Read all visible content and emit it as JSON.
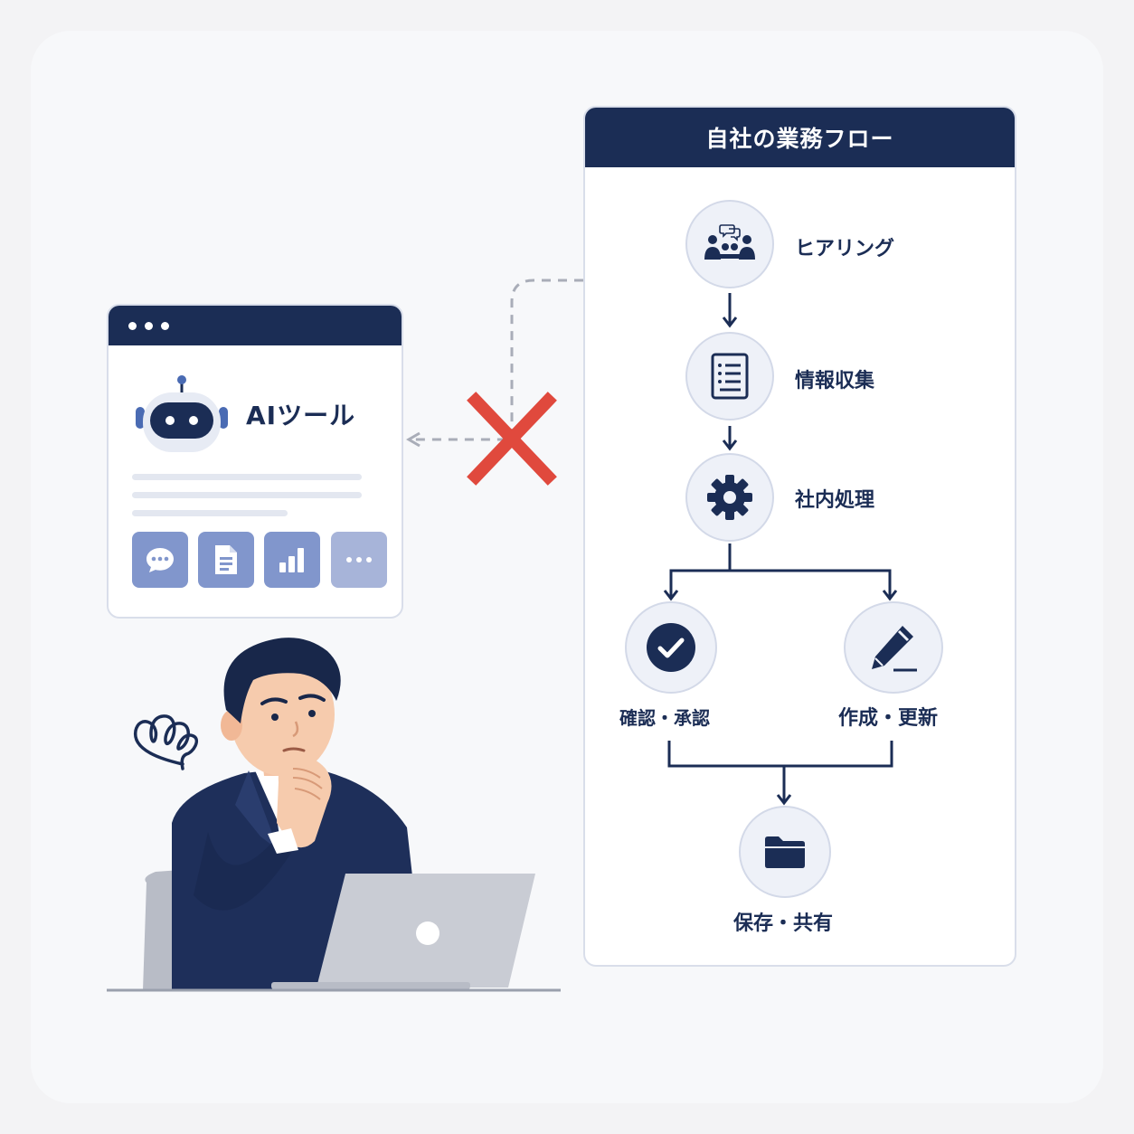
{
  "ai_tool": {
    "title": "AIツール",
    "icons": [
      "chat-bubble-icon",
      "document-icon",
      "bar-chart-icon",
      "more-dots-icon"
    ]
  },
  "flow": {
    "header": "自社の業務フロー",
    "steps": [
      {
        "label": "ヒアリング",
        "icon": "meeting-icon"
      },
      {
        "label": "情報収集",
        "icon": "checklist-document-icon"
      },
      {
        "label": "社内処理",
        "icon": "gear-icon"
      },
      {
        "label": "確認・承認",
        "icon": "check-circle-icon"
      },
      {
        "label": "作成・更新",
        "icon": "pencil-icon"
      },
      {
        "label": "保存・共有",
        "icon": "folder-icon"
      }
    ]
  },
  "connection": {
    "status_icon": "red-x-mark-icon"
  },
  "colors": {
    "navy": "#1b2d55",
    "accent_blue": "#8196cc",
    "light_panel": "#eef1f8",
    "cross_red": "#e0493d",
    "background": "#f7f8fa"
  }
}
